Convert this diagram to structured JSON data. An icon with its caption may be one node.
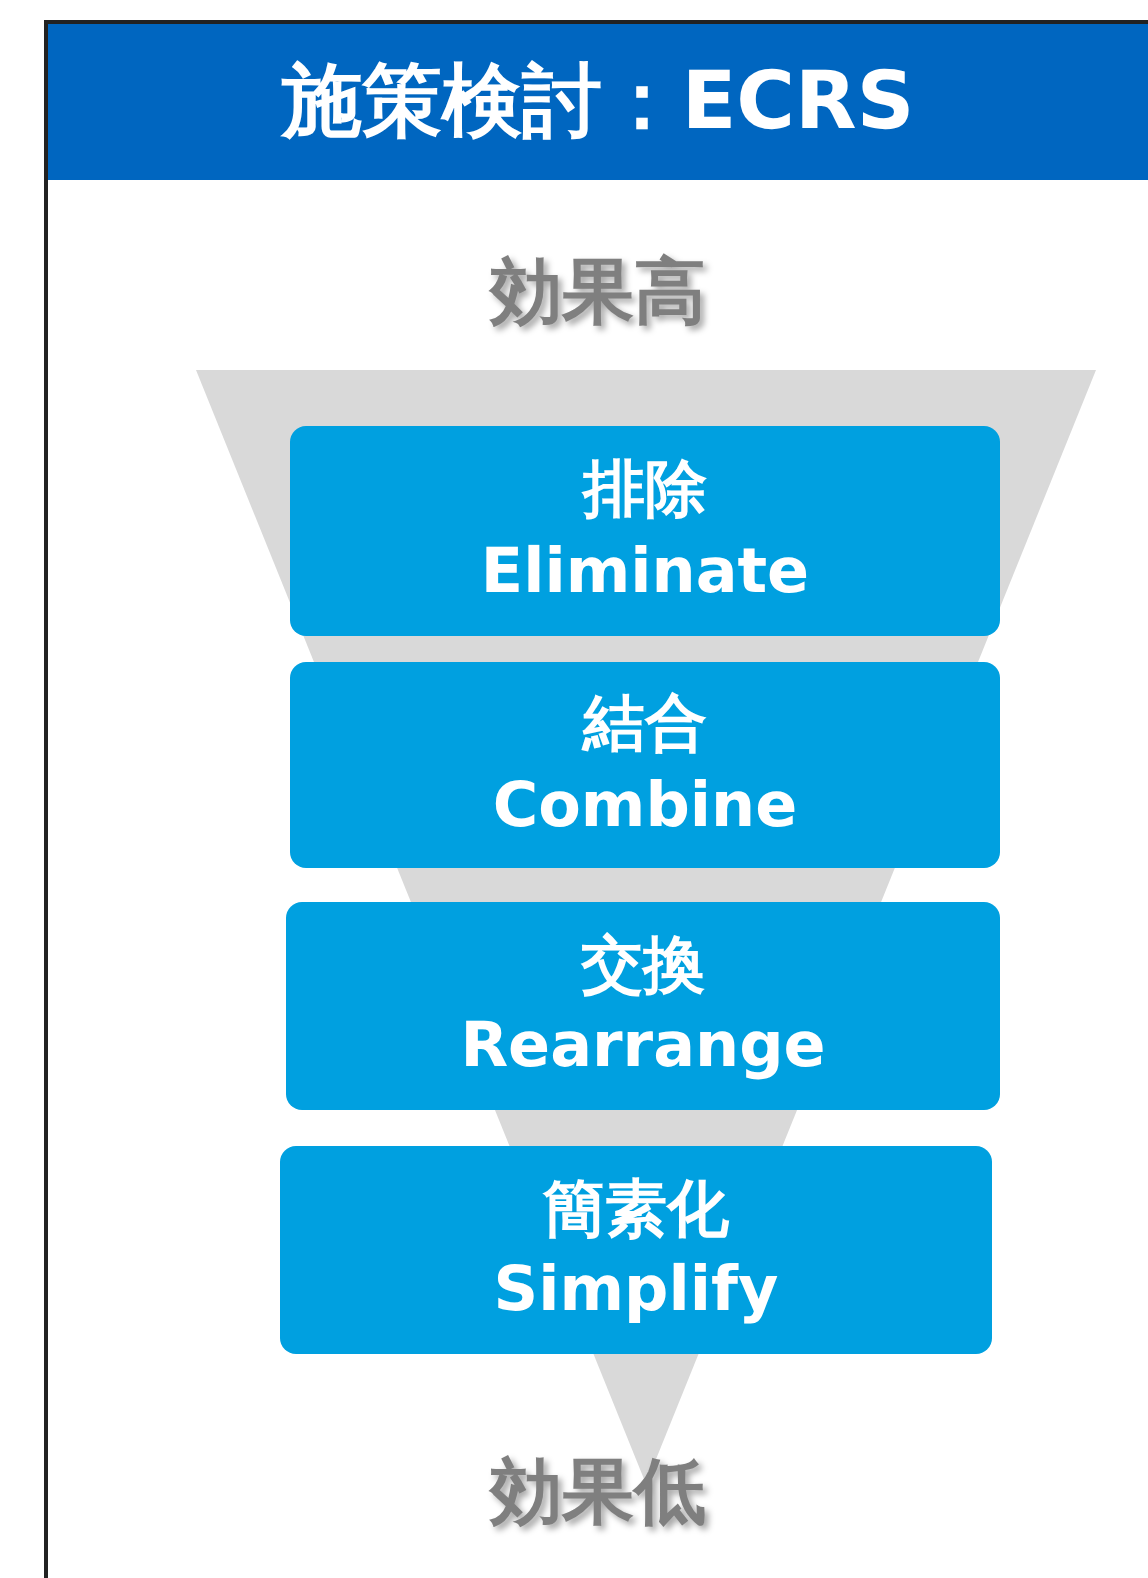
{
  "diagram": {
    "title": "施策検討：ECRS",
    "nodes": [
      {
        "text": [
          "排除",
          "Eliminate"
        ]
      },
      {
        "text": [
          "結合",
          "Combine"
        ]
      },
      {
        "text": [
          "交換",
          "Rearrange"
        ]
      },
      {
        "text": [
          "簡素化",
          "Simplify"
        ]
      }
    ],
    "labels": [
      "効果高",
      "効果低"
    ]
  }
}
